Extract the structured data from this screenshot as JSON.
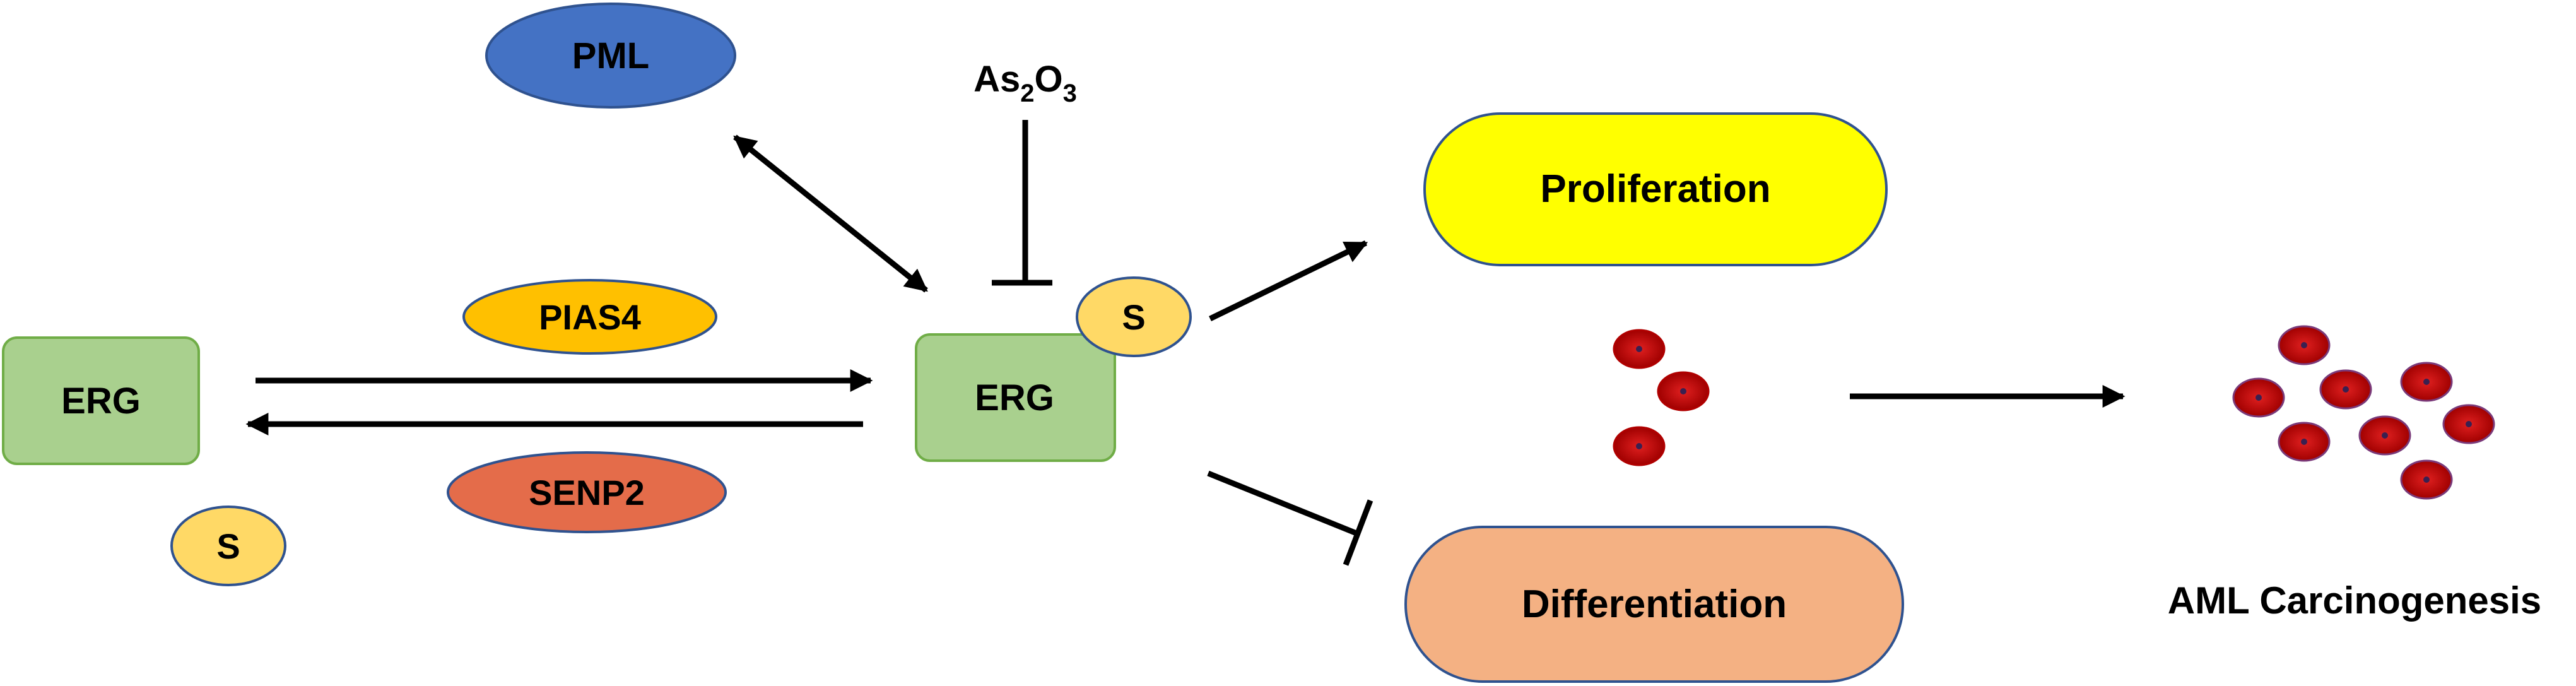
{
  "nodes": {
    "pml": "PML",
    "pias4": "PIAS4",
    "senp2": "SENP2",
    "erg_left": "ERG",
    "erg_right": "ERG",
    "sumo_left": "S",
    "sumo_right": "S",
    "proliferation": "Proliferation",
    "differentiation": "Differentiation"
  },
  "inhibitor": {
    "base": "As",
    "sub1": "2",
    "mid": "O",
    "sub2": "3"
  },
  "outcome_label": "AML Carcinogenesis",
  "colors": {
    "pml_fill": "#4472C4",
    "pias4_fill": "#FFC000",
    "senp2_fill": "#E46C4A",
    "erg_fill": "#A9D08E",
    "sumo_fill": "#FFD966",
    "proliferation_fill": "#FFFF00",
    "differentiation_fill": "#F4B183",
    "cell_fill": "#C00000"
  }
}
